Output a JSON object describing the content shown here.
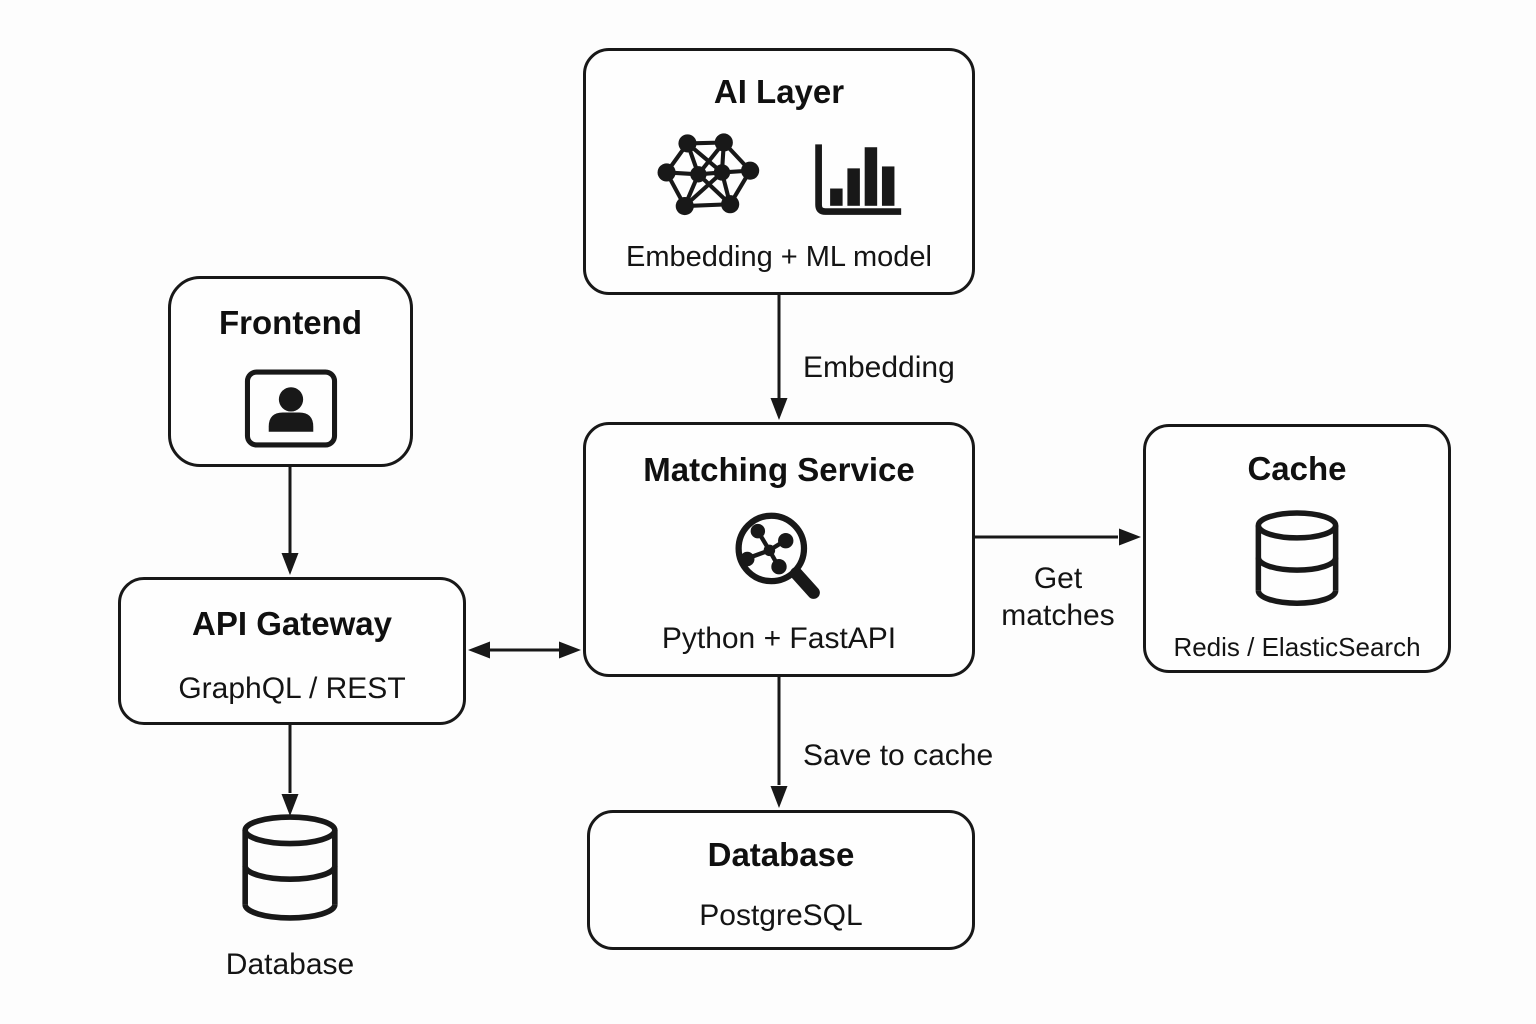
{
  "colors": {
    "ink": "#181818",
    "background": "#fdfdfd"
  },
  "nodes": {
    "ai_layer": {
      "title": "AI Layer",
      "subtitle": "Embedding + ML model",
      "icons": [
        "neural-network-icon",
        "bar-chart-icon"
      ]
    },
    "frontend": {
      "title": "Frontend",
      "icons": [
        "user-card-icon"
      ]
    },
    "matching_service": {
      "title": "Matching Service",
      "subtitle": "Python + FastAPI",
      "icons": [
        "graph-search-icon"
      ]
    },
    "cache": {
      "title": "Cache",
      "subtitle": "Redis / ElasticSearch",
      "icons": [
        "database-cylinder-icon"
      ]
    },
    "api_gateway": {
      "title": "API Gateway",
      "subtitle": "GraphQL / REST"
    },
    "database_box": {
      "title": "Database",
      "subtitle": "PostgreSQL"
    },
    "database_store": {
      "label": "Database",
      "icons": [
        "database-cylinder-icon"
      ]
    }
  },
  "edge_labels": {
    "ai_to_matching": "Embedding",
    "matching_to_cache": "Get\nmatches",
    "matching_to_database": "Save to cache"
  }
}
